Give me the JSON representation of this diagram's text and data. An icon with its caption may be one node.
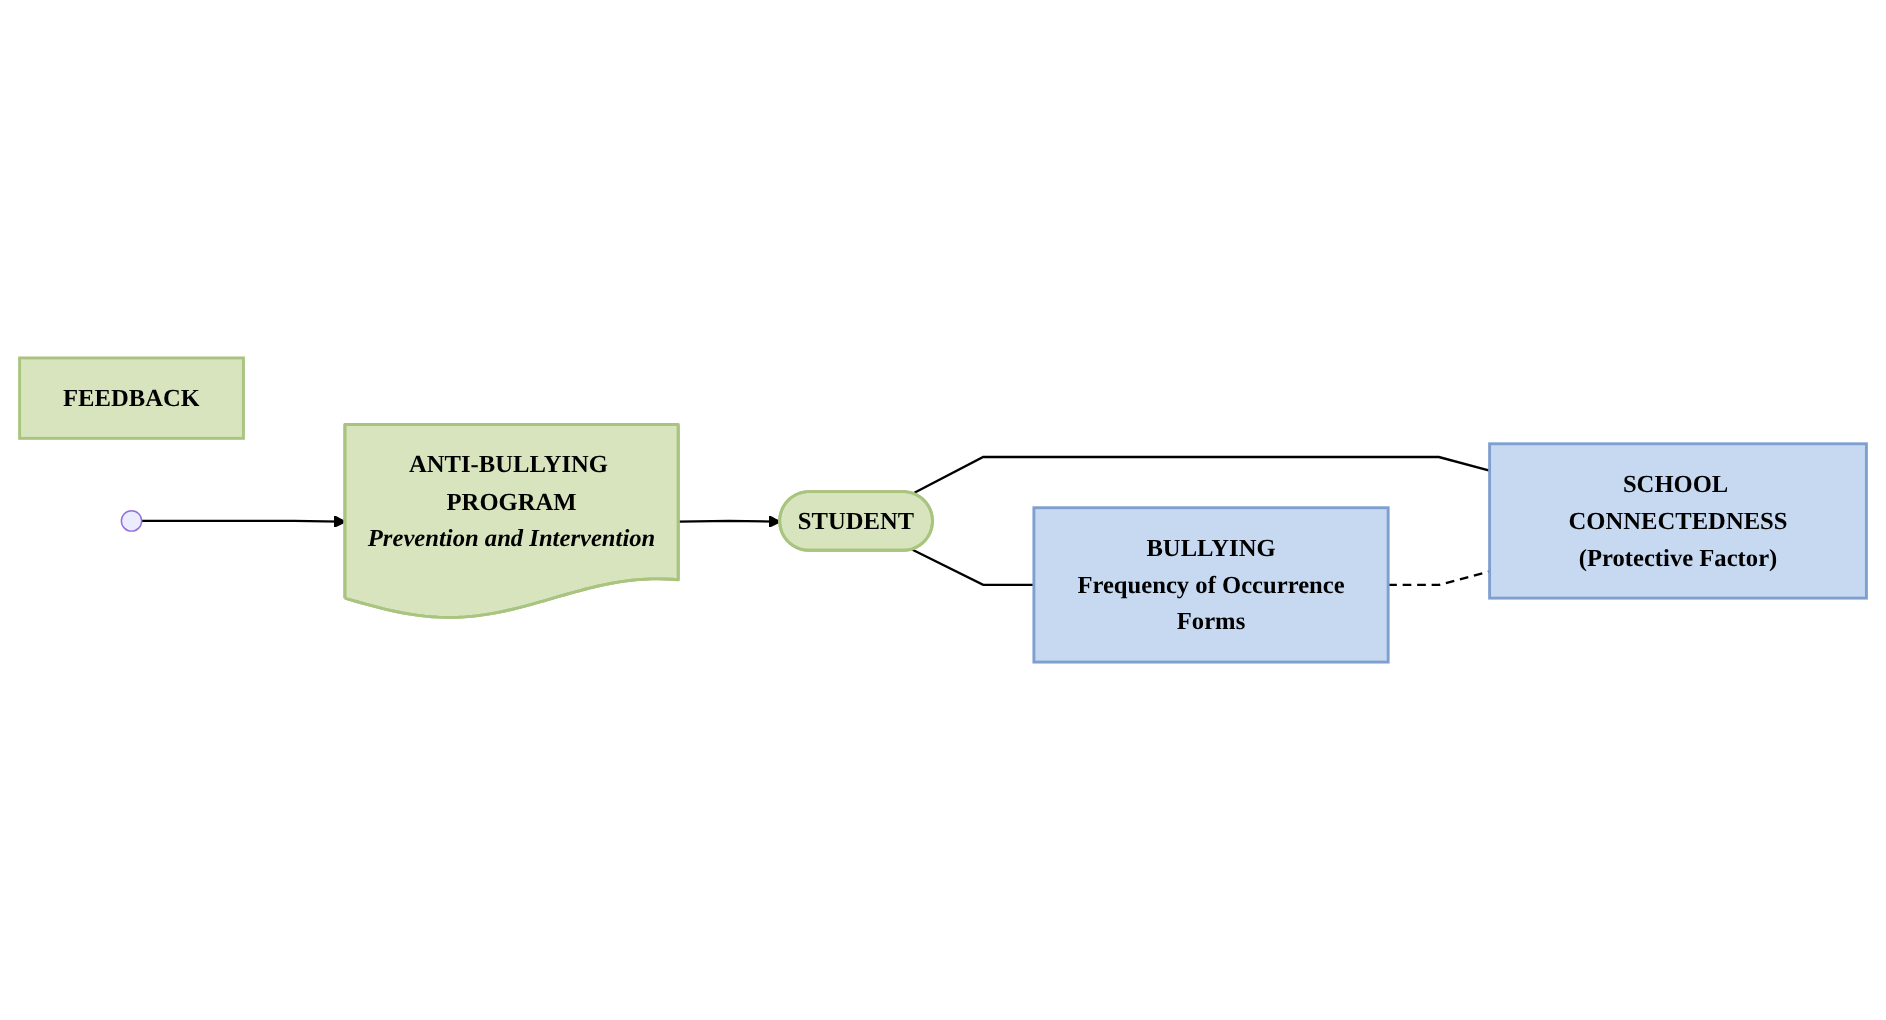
{
  "diagram": {
    "nodes": [
      {
        "text": [
          "STUDENT"
        ]
      },
      {
        "text": [
          "BULLYING",
          "Frequency of Occurrence",
          "Forms"
        ]
      },
      {
        "text": [
          "SCHOOL CONNECTEDNESS",
          "(Protective Factor)"
        ]
      },
      {
        "text": [
          "ANTI-BULLYING PROGRAM",
          "Prevention and Intervention"
        ]
      },
      {
        "text": [
          "FEEDBACK"
        ]
      }
    ],
    "edges": [
      {
        "from": 0,
        "to": 1,
        "arrow": "none"
      },
      {
        "from": 0,
        "to": 2,
        "arrow": "none"
      },
      {
        "from": 1,
        "to": 2,
        "arrow": "none",
        "style": "dashed"
      },
      {
        "from": null,
        "to": 3,
        "arrow": "to"
      },
      {
        "from": 3,
        "to": 0,
        "arrow": "to"
      }
    ]
  }
}
